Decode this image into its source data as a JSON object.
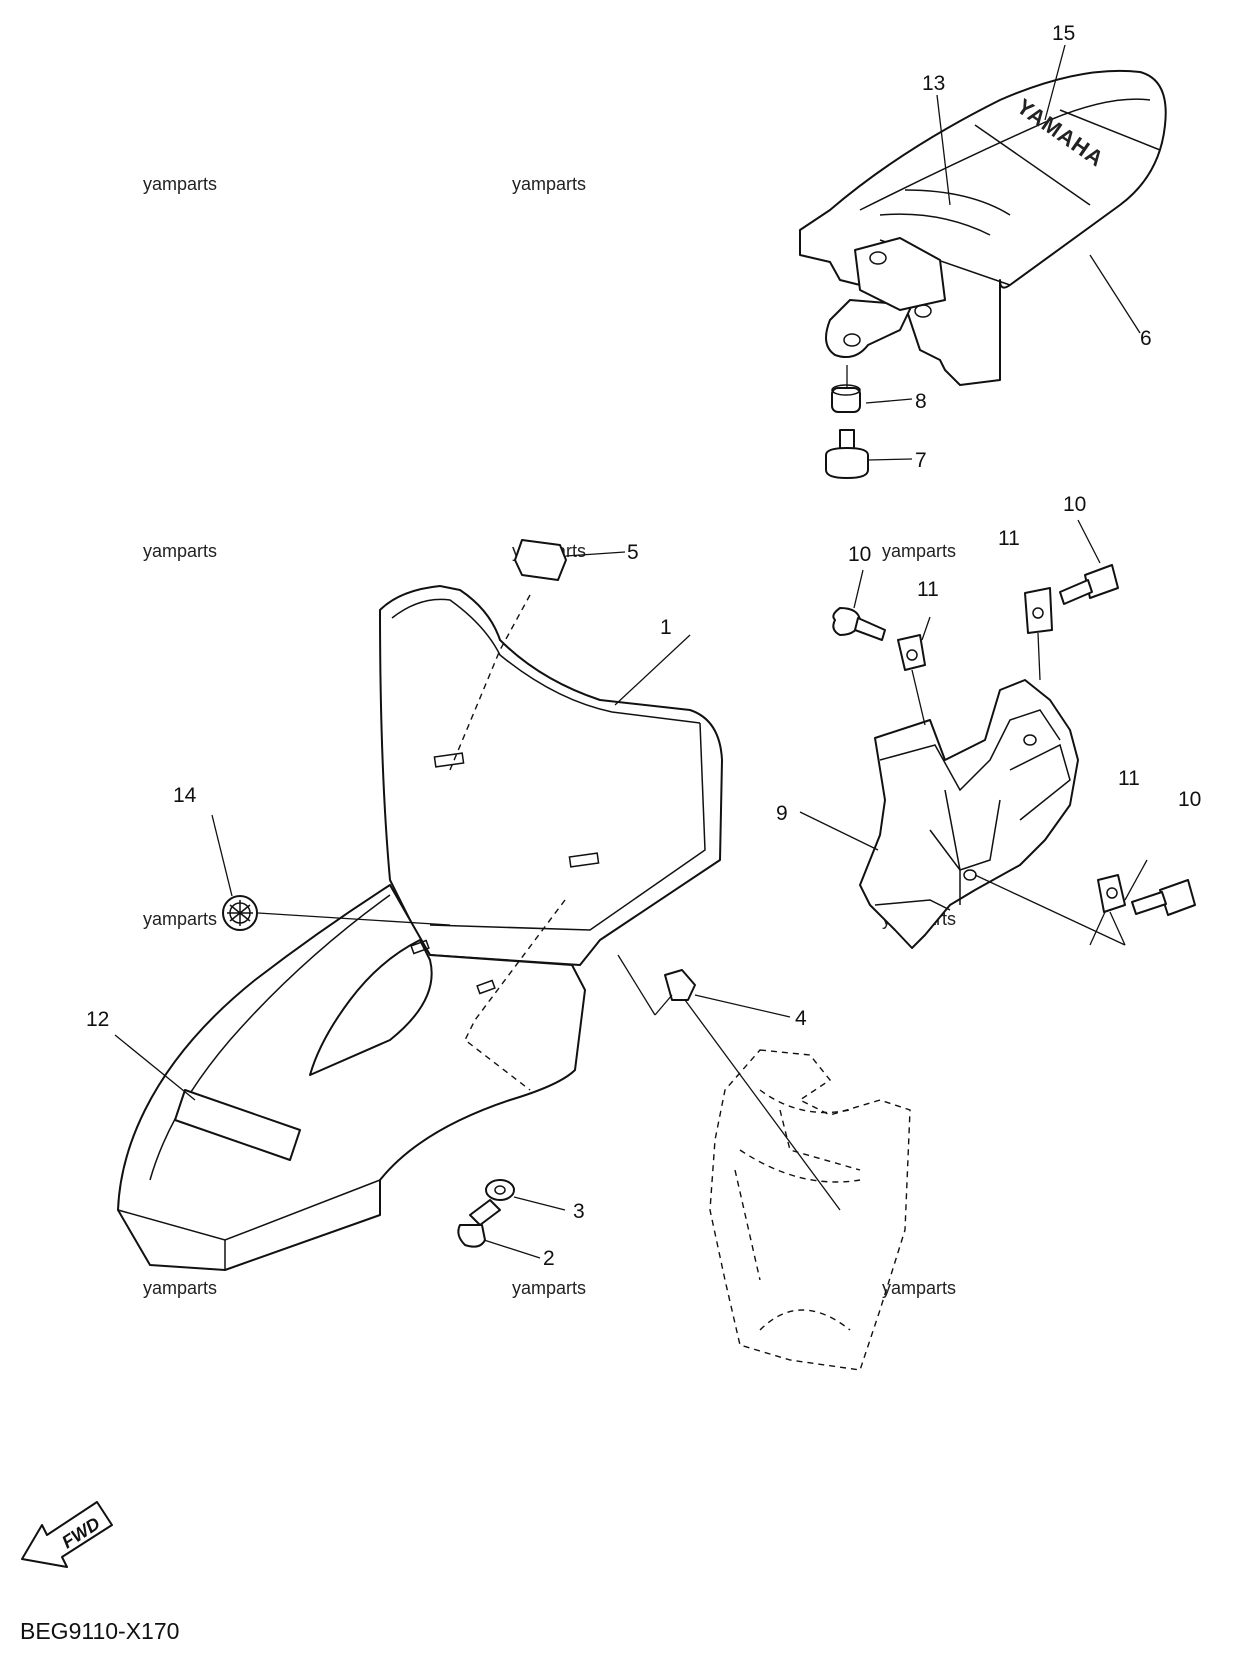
{
  "diagram": {
    "drawing_code": "BEG9110-X170",
    "watermark": "yamparts",
    "brand_text": "YAMAHA",
    "direction_label": "FWD",
    "callouts": [
      "1",
      "2",
      "3",
      "4",
      "5",
      "6",
      "7",
      "8",
      "9",
      "10",
      "10",
      "10",
      "11",
      "11",
      "11",
      "12",
      "13",
      "14",
      "15"
    ]
  },
  "colors": {
    "line": "#111111",
    "background": "#ffffff"
  }
}
